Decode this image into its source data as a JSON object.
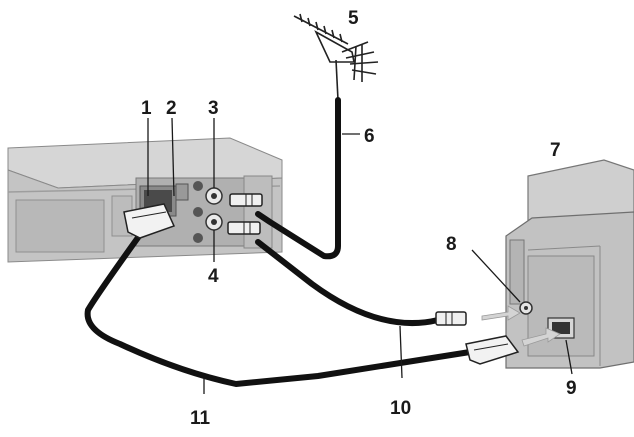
{
  "callouts": {
    "c1": "1",
    "c2": "2",
    "c3": "3",
    "c4": "4",
    "c5": "5",
    "c6": "6",
    "c7": "7",
    "c8": "8",
    "c9": "9",
    "c10": "10",
    "c11": "11"
  },
  "colors": {
    "device_body": "#c8c8c8",
    "device_shadow": "#a9a9a9",
    "cable": "#111111",
    "line": "#1a1a1a"
  }
}
